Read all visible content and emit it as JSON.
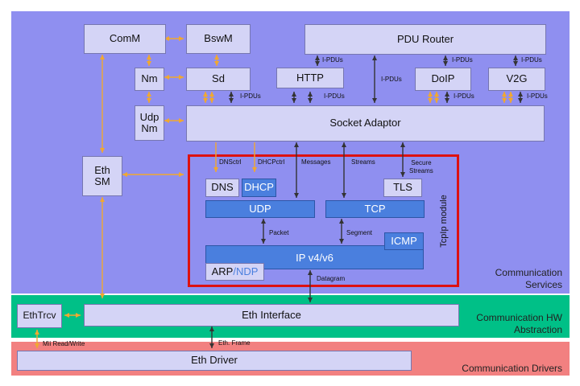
{
  "layers": {
    "services_label": [
      "Communication",
      "Services"
    ],
    "hw_label": [
      "Communication HW",
      "Abstraction"
    ],
    "drivers_label": "Communication Drivers"
  },
  "modules": {
    "comm": "ComM",
    "bswm": "BswM",
    "pdu_router": "PDU Router",
    "nm": "Nm",
    "sd": "Sd",
    "http": "HTTP",
    "doip": "DoIP",
    "v2g": "V2G",
    "udp_nm": [
      "Udp",
      "Nm"
    ],
    "socket_adaptor": "Socket Adaptor",
    "eth_sm": [
      "Eth",
      "SM"
    ],
    "dns": "DNS",
    "dhcp": "DHCP",
    "tls": "TLS",
    "udp": "UDP",
    "tcp": "TCP",
    "icmp": "ICMP",
    "ip": "IP v4/v6",
    "arp": "ARP",
    "arp_sep": "/",
    "ndp": "NDP",
    "tcpip_label": "TcpIp  module",
    "eth_trcv": "EthTrcv",
    "eth_interface": "Eth Interface",
    "eth_driver": "Eth Driver"
  },
  "labels": {
    "ipdus_router_sd": "I-PDUs",
    "ipdus_router_socket": "I-PDUs",
    "ipdus_doip_top": "I-PDUs",
    "ipdus_v2g_top": "I-PDUs",
    "ipdus_sd": "I-PDUs",
    "ipdus_http": "I-PDUs",
    "ipdus_doip": "I-PDUs",
    "ipdus_v2g": "I-PDUs",
    "dnsctrl": "DNSctrl",
    "dhcpctrl": "DHCPctrl",
    "messages": "Messages",
    "streams": "Streams",
    "secure_streams": [
      "Secure",
      "Streams"
    ],
    "packet": "Packet",
    "segment": "Segment",
    "datagram": "Datagram",
    "eth_frame": "Eth. Frame",
    "mii": "Mii Read/Write"
  },
  "colors": {
    "services_bg": "#8f8ff0",
    "hw_bg": "#00c087",
    "drivers_bg": "#f28080",
    "tcpip_border": "#dd1111",
    "arrow_orange": "#f0a830",
    "arrow_dark": "#333333"
  }
}
